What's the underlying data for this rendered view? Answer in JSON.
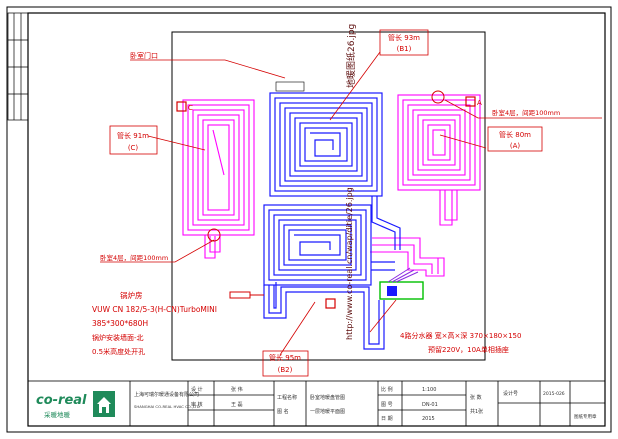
{
  "colors": {
    "loop_magenta": "#ff00ff",
    "loop_blue": "#1a1aff",
    "annotation_red": "#d40000",
    "manifold_green": "#00c000",
    "frame": "#000000",
    "brand_green": "#1f8a5a"
  },
  "annotations": {
    "bedroom_door": "卧室门口",
    "loop_b1": {
      "length": "管长 93m",
      "tag": "(B1)"
    },
    "loop_a": {
      "length": "管长 80m",
      "tag": "(A)"
    },
    "loop_c": {
      "length": "管长 91m",
      "tag": "(C)"
    },
    "loop_b2": {
      "length": "管长 95m",
      "tag": "(B2)"
    },
    "spacing_right": "卧室4层，间距100mm",
    "spacing_left": "卧室4层，间距100mm",
    "image_file": "地暖图纸26.jpg",
    "vertical_watermark": "http://www.co-real.cn/wap/ditie/26.jpg",
    "boiler_title": "锅炉房",
    "boiler_model": "VUW CN 182/5-3(H-CN)TurboMINI",
    "boiler_size": "385*300*680H",
    "boiler_note1": "锅炉安装墙面-北",
    "boiler_note2": "0.5米高度处开孔",
    "manifold_spec": "4路分水器 宽×高×深 370×180×150",
    "power_spec": "预留220V，10A单相插座",
    "marker_c": "C",
    "marker_a": "A"
  },
  "title_block": {
    "logo_text": "co-real",
    "logo_sub": "采暖地暖",
    "company": "上海可瑞尔暖通设备有限公司",
    "company_en": "SHANGHAI CO-REAL HVAC CO.,LTD",
    "cells": {
      "r1c1": "设 计",
      "r2c1": "审 核",
      "r1c2": "张 伟",
      "r2c2": "王 磊",
      "project_label": "工程名称",
      "project_value": "卧室地暖盘管图",
      "drawing_label": "图 名",
      "drawing_value": "一层地暖平面图",
      "scale_label": "比 例",
      "scale_value": "1:100",
      "no_label": "图 号",
      "no_value": "DN-01",
      "date_label": "日 期",
      "date_value": "2015",
      "sheet_label": "张 数",
      "sheet_value": "共1张",
      "remark": "设计号",
      "remark_value": "2015-026",
      "seal": "图纸专用章"
    }
  }
}
